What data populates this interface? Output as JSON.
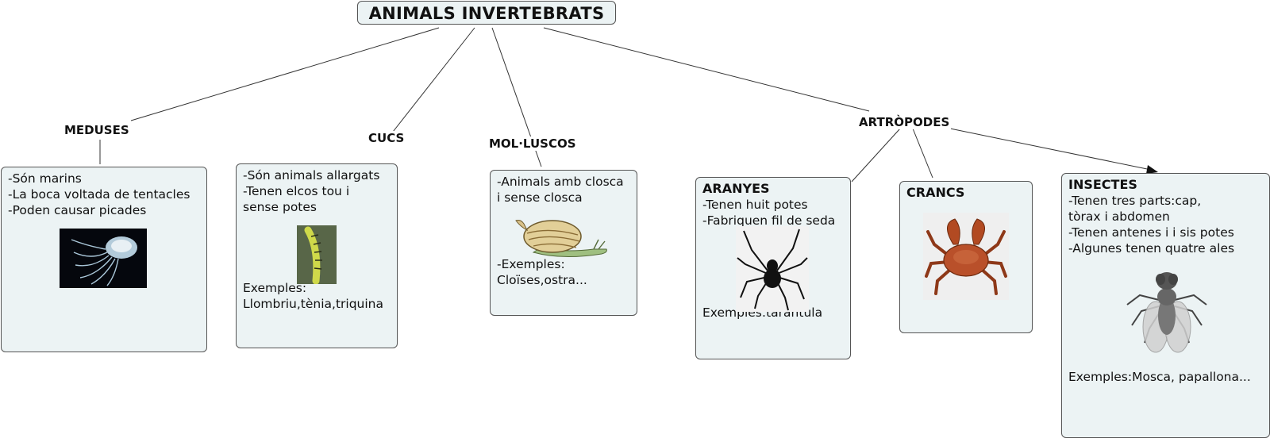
{
  "root": {
    "title": "ANIMALS INVERTEBRATS"
  },
  "categories": {
    "meduses": "MEDUSES",
    "cucs": "CUCS",
    "molluscos": "MOL·LUSCOS",
    "artropodes": "ARTRÒPODES"
  },
  "boxes": {
    "meduses": {
      "lines": [
        "-Són marins",
        "-La boca voltada de tentacles",
        "-Poden causar picades"
      ],
      "image": "jellyfish"
    },
    "cucs": {
      "lines": [
        "-Són animals allargats",
        "-Tenen elcos tou i",
        "sense potes"
      ],
      "examples": [
        "Exemples:",
        "Llombriu,tènia,triquina"
      ],
      "image": "caterpillar"
    },
    "molluscos": {
      "lines": [
        "-Animals amb closca",
        "i sense closca"
      ],
      "examples": [
        "-Exemples:",
        "Cloïses,ostra..."
      ],
      "image": "snail"
    },
    "aranyes": {
      "title": "ARANYES",
      "lines": [
        "-Tenen huit potes",
        "-Fabriquen fil de seda"
      ],
      "examples": [
        "Exemples:taràntula"
      ],
      "image": "spider"
    },
    "crancs": {
      "title": "CRANCS",
      "image": "crab"
    },
    "insectes": {
      "title": "INSECTES",
      "lines": [
        "-Tenen tres parts:cap,",
        "tòrax i abdomen",
        "-Tenen antenes i i sis potes",
        "-Algunes tenen quatre ales"
      ],
      "examples": [
        "Exemples:Mosca, papallona..."
      ],
      "image": "fly"
    }
  },
  "colors": {
    "box_fill": "#ecf3f4",
    "border": "#555555",
    "line": "#333333"
  }
}
